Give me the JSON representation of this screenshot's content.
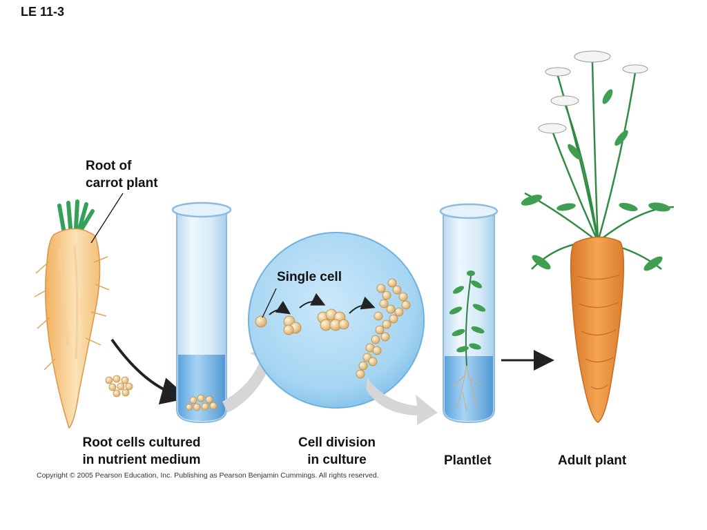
{
  "figure_id": "LE 11-3",
  "labels": {
    "root_of_carrot_line1": "Root of",
    "root_of_carrot_line2": "carrot plant",
    "single_cell": "Single cell",
    "root_cells_line1": "Root cells cultured",
    "root_cells_line2": "in nutrient medium",
    "cell_division_line1": "Cell division",
    "cell_division_line2": "in culture",
    "plantlet": "Plantlet",
    "adult_plant": "Adult plant"
  },
  "copyright": "Copyright © 2005 Pearson Education, Inc. Publishing as Pearson Benjamin Cummings. All rights reserved.",
  "colors": {
    "carrot_root": "#f6c784",
    "carrot_adult": "#e8913a",
    "tube_glass": "#cfe6f7",
    "medium": "#6fb2e6",
    "culture_circle": "#a9d7f3",
    "cells": "#f0cf95",
    "leaf": "#3f9e52",
    "arrow_dark": "#222222",
    "arrow_gray": "#d4d6d8"
  }
}
